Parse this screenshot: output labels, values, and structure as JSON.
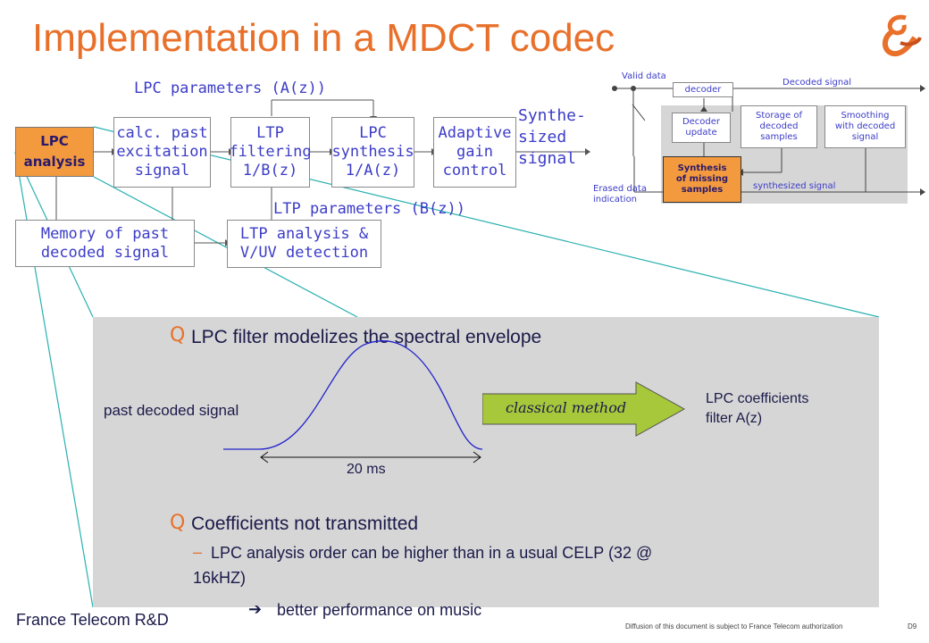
{
  "title": "Implementation in a MDCT codec",
  "left_diagram": {
    "lpc_box": "LPC\nanalysis",
    "boxes": {
      "calc_past": "calc. past\nexcitation\nsignal",
      "ltp_filter": "LTP\nfiltering\n1/B(z)",
      "lpc_synth": "LPC\nsynthesis\n1/A(z)",
      "adaptive_gain": "Adaptive\ngain\ncontrol",
      "memory": "Memory of past\ndecoded signal",
      "ltp_analysis": "LTP analysis &\nV/UV detection"
    },
    "labels": {
      "lpc_params": "LPC parameters (A(z))",
      "ltp_params": "LTP parameters (B(z))",
      "synthesized": "Synthe-\nsized\nsignal"
    }
  },
  "right_diagram": {
    "valid_data": "Valid data",
    "decoder": "decoder",
    "decoded_signal": "Decoded signal",
    "decoder_update": "Decoder\nupdate",
    "storage": "Storage of\ndecoded\nsamples",
    "smoothing": "Smoothing\nwith decoded\nsignal",
    "synthesis_missing": "Synthesis\nof missing\nsamples",
    "synthesized_signal": "synthesized signal",
    "erased_data": "Erased data\nindication"
  },
  "panel": {
    "bullet1": "LPC filter modelizes the spectral envelope",
    "past_decoded": "past decoded signal",
    "classical_method": "classical method",
    "lpc_coeffs": "LPC coefficients\nfilter A(z)",
    "duration": "20 ms",
    "bullet2": "Coefficients not transmitted",
    "sub1_line1": "LPC analysis order can be higher than in a usual CELP (32 @",
    "sub1_line2": "16kHZ)",
    "sub2": "better performance on music",
    "bullet_glyph": "Q",
    "dash": "–",
    "arrow_glyph": "➔"
  },
  "footer": {
    "org": "France Telecom R&D",
    "notice": "Diffusion of this document is subject to France Telecom authorization",
    "page": "D9"
  },
  "colors": {
    "title": "#e8702a",
    "diagram_text": "#3c3cc8",
    "lpc_box": "#f49a3e",
    "synthesis_box": "#f49a3e",
    "panel_bg": "#d6d6d6",
    "arrow_fill": "#a7c83a",
    "connector_lines": "#2ab0b0"
  }
}
